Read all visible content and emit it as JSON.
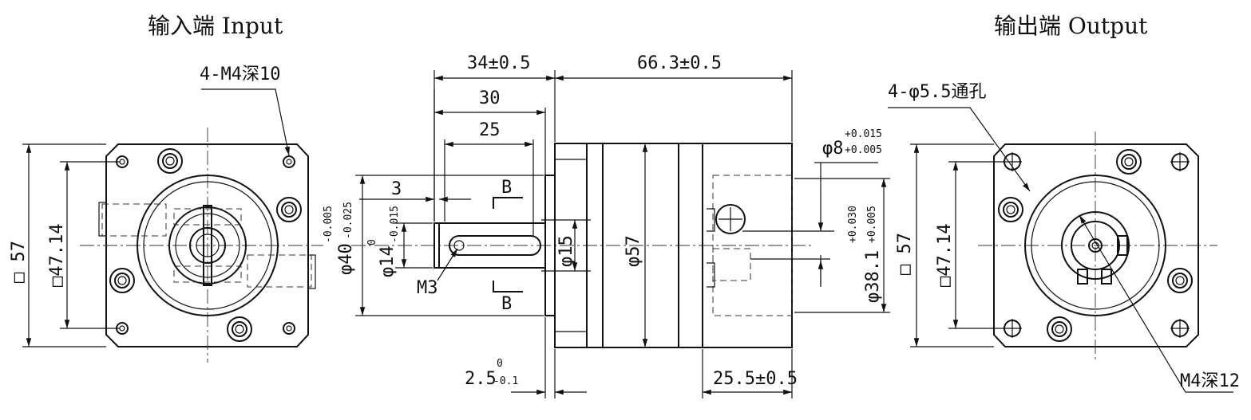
{
  "titles": {
    "input": "输入端 Input",
    "output": "输出端 Output"
  },
  "input_view": {
    "thread_note": "4-M4深10",
    "square": "□ 57",
    "bolt_square": "□47.14"
  },
  "side_view": {
    "dim_34": "34±0.5",
    "dim_30": "30",
    "dim_25": "25",
    "dim_3": "3",
    "section_b": "B",
    "m3": "M3",
    "shaft_dia": "φ14",
    "shaft_tol_upper": "0",
    "shaft_tol_lower": "-0.015",
    "pilot_dia": "φ40",
    "pilot_tol_upper": "-0.005",
    "pilot_tol_lower": "-0.025",
    "phi15": "φ15",
    "phi57": "φ57",
    "dim_66": "66.3±0.5",
    "phi8": "φ8",
    "phi8_tol_upper": "+0.015",
    "phi8_tol_lower": "+0.005",
    "phi38": "φ38.1",
    "phi38_tol_upper": "+0.030",
    "phi38_tol_lower": "+0.005",
    "flange": "2.5",
    "flange_tol_upper": "0",
    "flange_tol_lower": "-0.1",
    "dim_25_5": "25.5±0.5"
  },
  "output_view": {
    "hole_note": "4-φ5.5通孔",
    "square": "□ 57",
    "bolt_square": "□47.14",
    "screw_note": "M4深12"
  }
}
